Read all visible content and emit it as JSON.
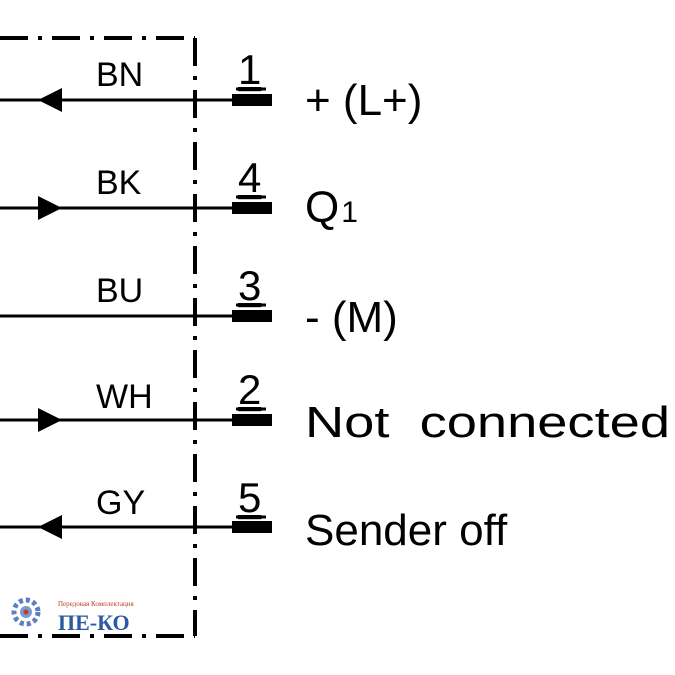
{
  "pins": [
    {
      "wire_color": "BN",
      "pin_number": "1",
      "function": "+ (L+)",
      "arrow": "in"
    },
    {
      "wire_color": "BK",
      "pin_number": "4",
      "function": "Q1",
      "function_main": "Q",
      "function_sub": "1",
      "arrow": "out"
    },
    {
      "wire_color": "BU",
      "pin_number": "3",
      "function": "- (M)",
      "arrow": "none"
    },
    {
      "wire_color": "WH",
      "pin_number": "2",
      "function": "Not  connected",
      "arrow": "out"
    },
    {
      "wire_color": "GY",
      "pin_number": "5",
      "function": "Sender off",
      "arrow": "in"
    }
  ],
  "watermark": {
    "tagline": "Передовая Комплектация",
    "name": "ПЕ-КО",
    "colors": {
      "gear": "#5b7fc0",
      "text": "#2a5aa0",
      "tagline": "#c0392b"
    }
  },
  "colors": {
    "line": "#000000",
    "background": "#ffffff"
  }
}
